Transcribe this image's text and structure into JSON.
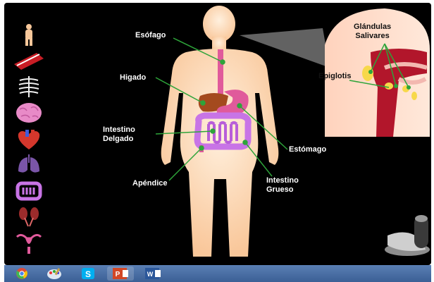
{
  "labels": {
    "esofago": "Esófago",
    "higado": "Higado",
    "intestino_delgado": "Intestino\nDelgado",
    "apendice": "Apéndice",
    "estomago": "Estómago",
    "intestino_grueso": "Intestino\nGrueso",
    "glandulas": "Glándulas\nSalivares",
    "epiglotis": "Epiglotis"
  },
  "sidebar": {
    "items": [
      {
        "icon": "human-body-icon"
      },
      {
        "icon": "muscle-icon"
      },
      {
        "icon": "skeleton-icon"
      },
      {
        "icon": "brain-icon"
      },
      {
        "icon": "heart-icon"
      },
      {
        "icon": "lungs-icon"
      },
      {
        "icon": "digestive-icon"
      },
      {
        "icon": "kidney-icon"
      },
      {
        "icon": "reproductive-icon"
      }
    ]
  },
  "taskbar": {
    "items": [
      {
        "icon": "chrome-icon"
      },
      {
        "icon": "paint-icon"
      },
      {
        "icon": "skype-icon",
        "text": "S"
      },
      {
        "icon": "powerpoint-icon",
        "text": "P"
      },
      {
        "icon": "word-icon",
        "text": "W"
      }
    ]
  },
  "colors": {
    "skin": "#ffd2a8",
    "organ_pink": "#e05a9b",
    "intestine": "#c874e6",
    "liver": "#a44a1e",
    "leader_line": "#2ea43a",
    "taskbar": "#4a6fa5"
  }
}
